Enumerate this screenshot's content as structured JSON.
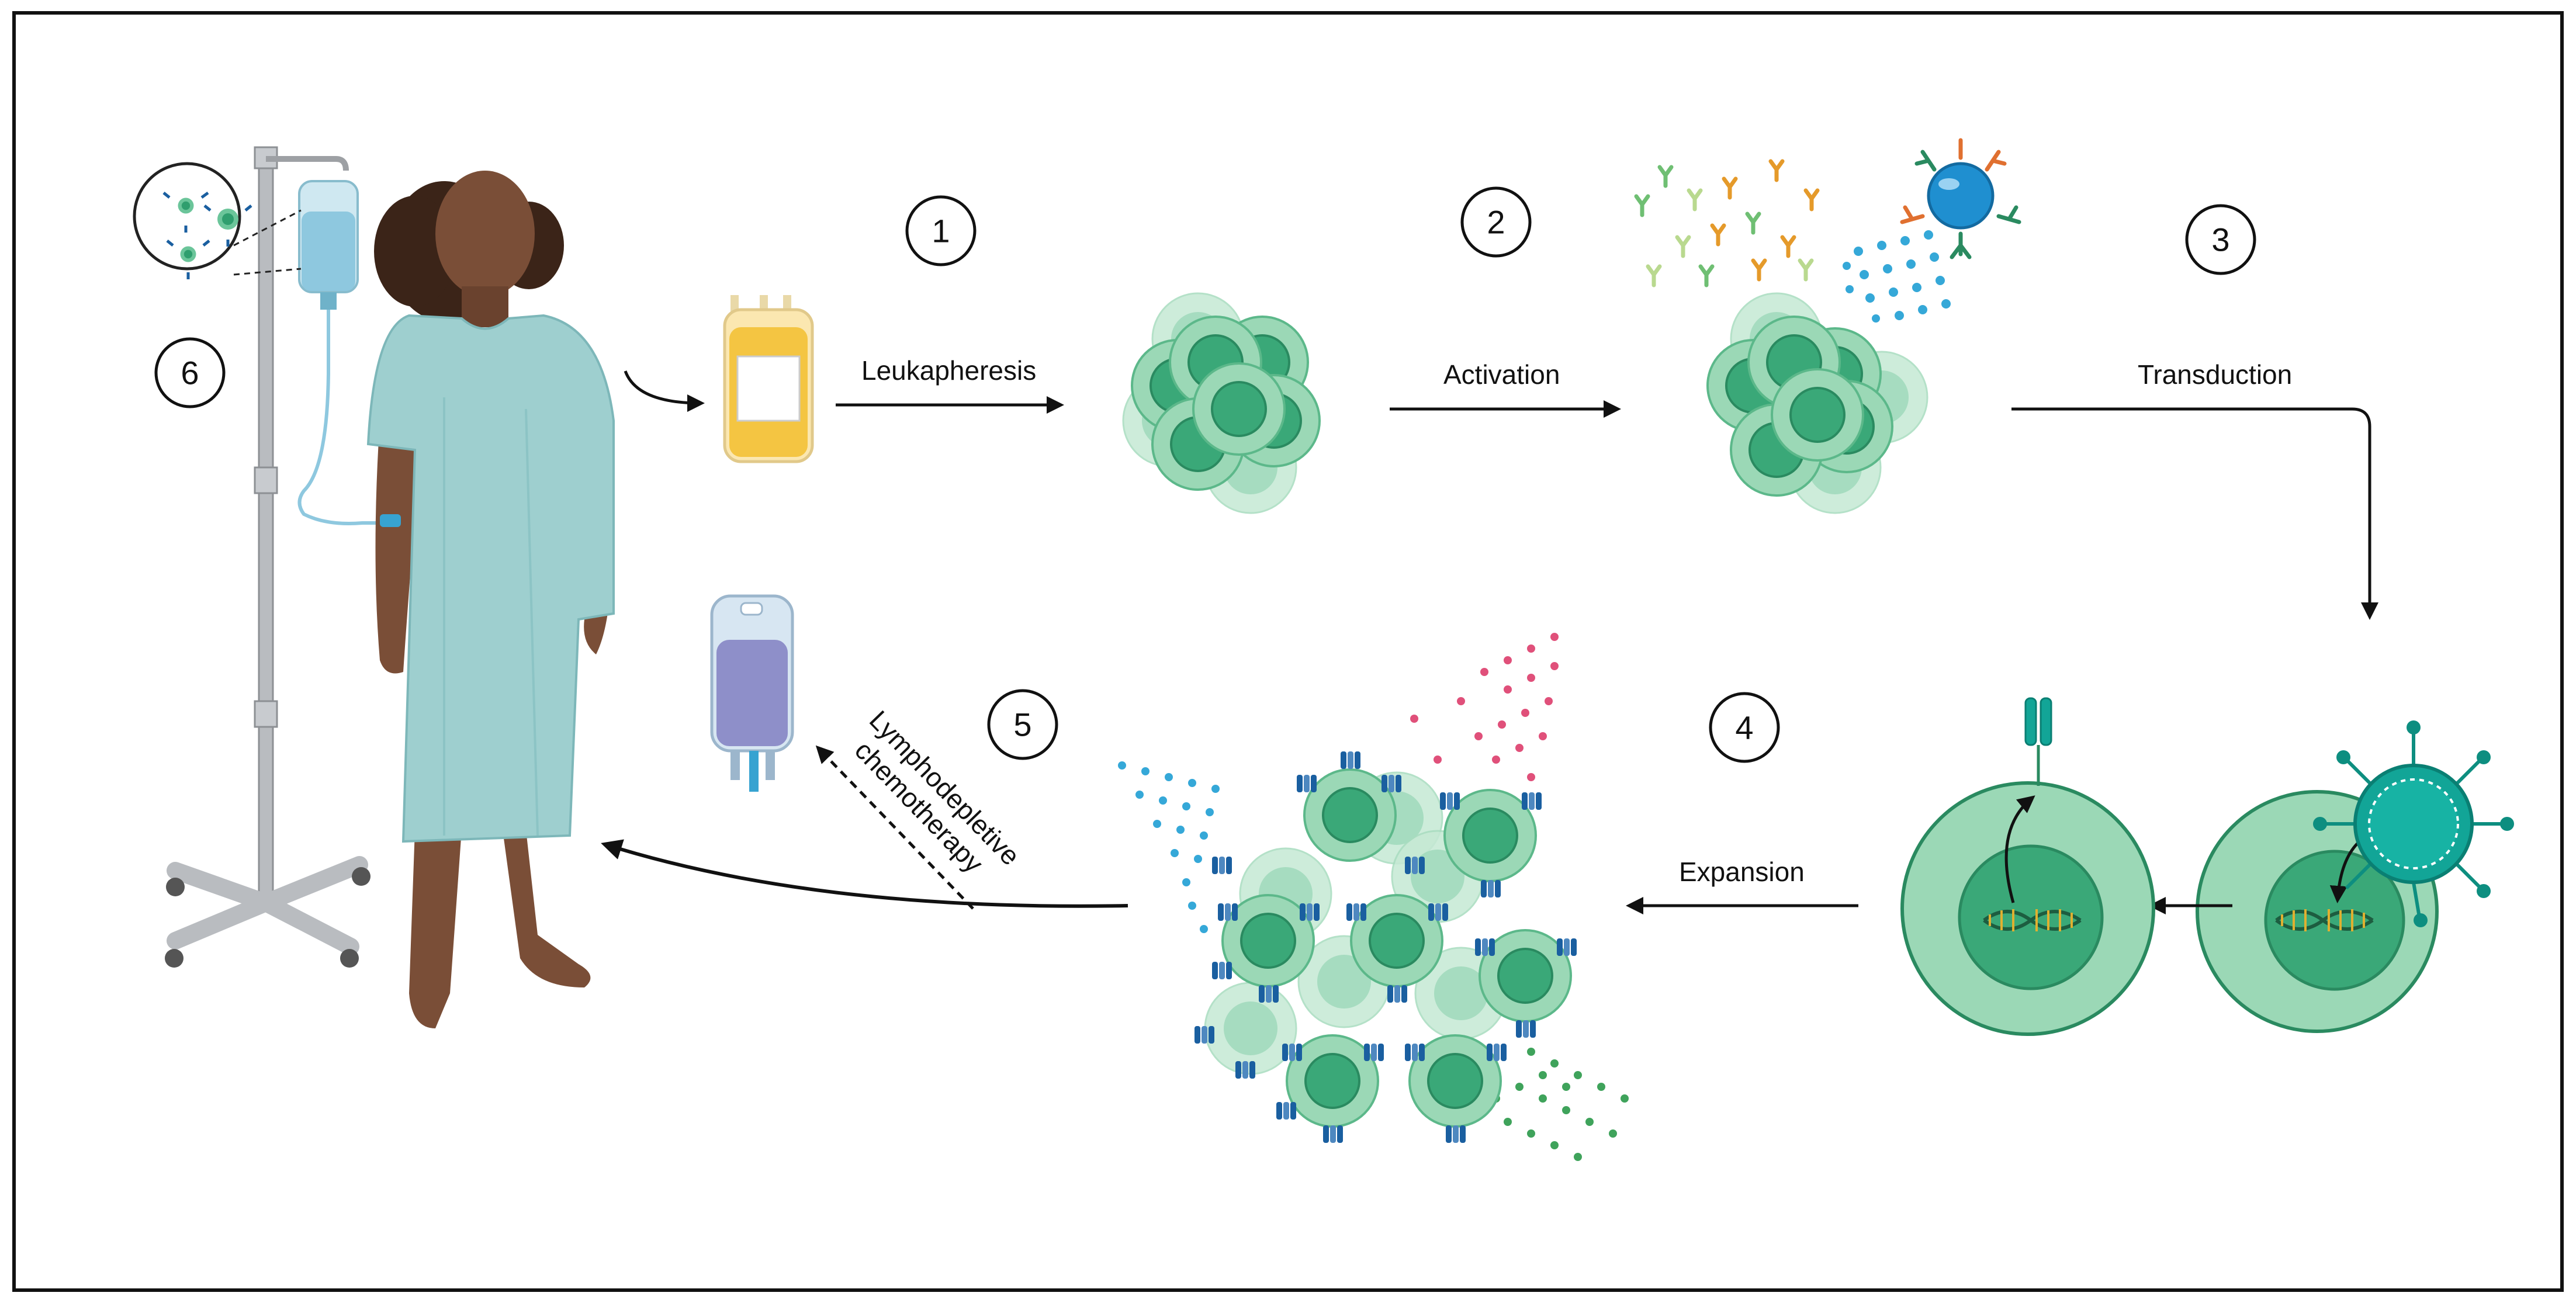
{
  "steps": [
    {
      "number": "1",
      "label": "Leukapheresis"
    },
    {
      "number": "2",
      "label": "Activation"
    },
    {
      "number": "3",
      "label": "Transduction"
    },
    {
      "number": "4",
      "label": "Expansion"
    },
    {
      "number": "5",
      "label": "Lymphodepletive chemotherapy",
      "line1": "Lymphodepletive",
      "line2": "chemotherapy"
    },
    {
      "number": "6",
      "label": ""
    }
  ],
  "colors": {
    "cell_green": "#74c69d",
    "cell_dark": "#2f9e6e",
    "gown": "#9ecfcf",
    "skin": "#7a4e37",
    "blood_bag": "#f4c542",
    "chemo_bag": "#8e8fc9",
    "receptor_blue": "#1a5fa0",
    "dot_blue": "#35a8d8",
    "dot_pink": "#e0507a",
    "dot_green": "#3fa35b",
    "virus_teal": "#12a597"
  }
}
